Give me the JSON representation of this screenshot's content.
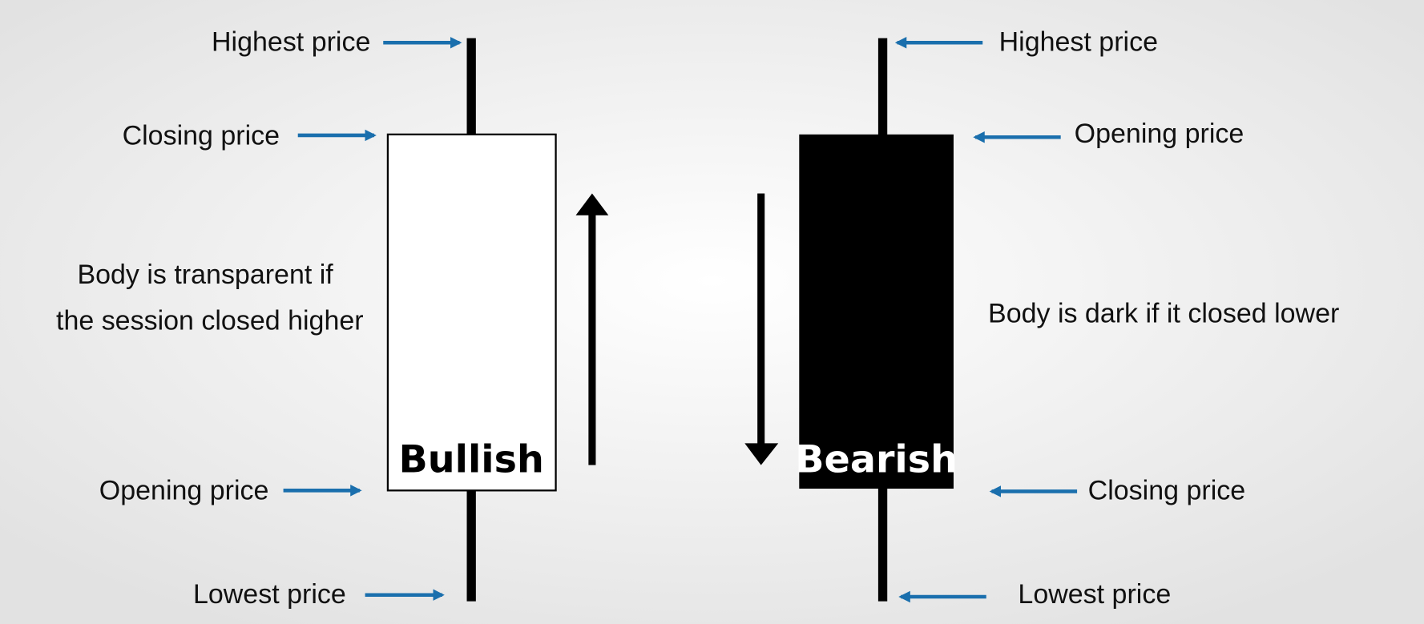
{
  "colors": {
    "pointer": "#1a6fad",
    "bearish_body": "#000000",
    "bullish_body": "#ffffff"
  },
  "bullish": {
    "title": "Bullish",
    "highest": "Highest price",
    "closing": "Closing price",
    "opening": "Opening price",
    "lowest": "Lowest price",
    "note_line1": "Body is transparent if",
    "note_line2": "the session closed higher"
  },
  "bearish": {
    "title": "Bearish",
    "highest": "Highest price",
    "opening": "Opening price",
    "closing": "Closing price",
    "lowest": "Lowest price",
    "note": "Body is dark if it closed lower"
  }
}
